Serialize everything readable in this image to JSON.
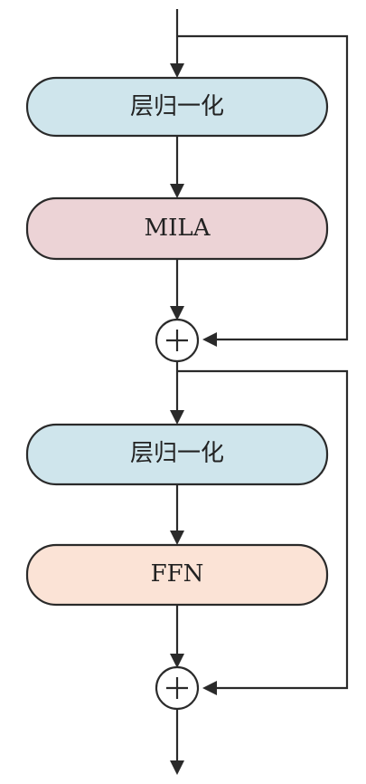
{
  "nodes": {
    "layernorm_1": {
      "label": "层归一化",
      "fill": "#cfe5ec"
    },
    "mila": {
      "label": "MILA",
      "fill": "#ecd3d6"
    },
    "add_1": {
      "symbol": "+"
    },
    "layernorm_2": {
      "label": "层归一化",
      "fill": "#cfe5ec"
    },
    "ffn": {
      "label": "FFN",
      "fill": "#fbe3d6"
    },
    "add_2": {
      "symbol": "+"
    }
  },
  "colors": {
    "line": "#2a2a2a",
    "add_fill": "#ffffff"
  }
}
